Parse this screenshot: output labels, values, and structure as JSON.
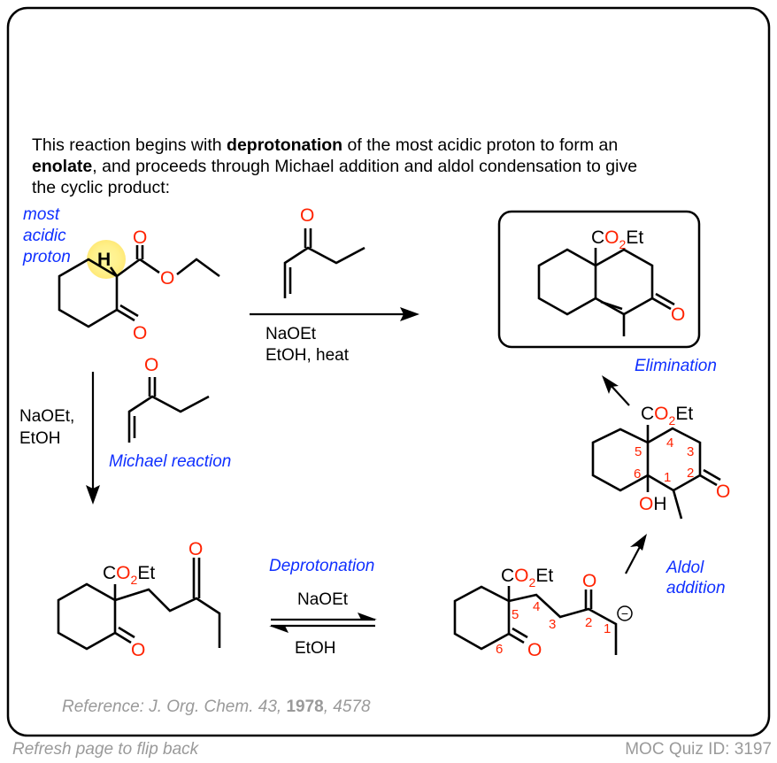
{
  "intro": {
    "line1_pre": "This reaction begins with ",
    "line1_bold": "deprotonation",
    "line1_post": " of the most acidic proton to form an",
    "line2_bold": "enolate",
    "line2_post": ", and proceeds through Michael addition and aldol condensation to give",
    "line3": "the cyclic product:"
  },
  "atoms": {
    "O": "O",
    "H": "H",
    "OH_O": "O",
    "OH_H": "H"
  },
  "ester_label": [
    "C",
    "O",
    "2",
    "Et"
  ],
  "annotations": {
    "most_acidic": [
      "most",
      "acidic",
      "proton"
    ],
    "michael": "Michael reaction",
    "deprotonation": "Deprotonation",
    "aldol": [
      "Aldol",
      "addition"
    ],
    "elimination": "Elimination"
  },
  "conditions": {
    "direct": [
      "NaOEt",
      "EtOH, heat"
    ],
    "michael": [
      "NaOEt,",
      "EtOH"
    ],
    "forward": "NaOEt",
    "reverse": "EtOH"
  },
  "numbering": {
    "enolate": [
      "1",
      "2",
      "3",
      "4",
      "5",
      "6"
    ],
    "aldol": [
      "1",
      "2",
      "3",
      "4",
      "5",
      "6"
    ]
  },
  "charge": "−",
  "reference": {
    "pre": "Reference: J. Org. Chem. 43, ",
    "year": "1978",
    "sep": ", ",
    "page": "4578"
  },
  "footer": {
    "flip": "Refresh page to flip back",
    "quiz_id": "MOC Quiz ID: 3197"
  },
  "colors": {
    "oxygen": "#ff2200",
    "annotation": "#1030ff",
    "highlight": "#fff08a"
  }
}
